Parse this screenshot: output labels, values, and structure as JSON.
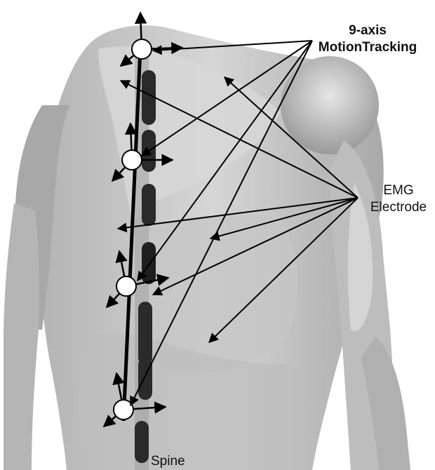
{
  "labels": {
    "motion_line1": "9-axis",
    "motion_line2": "MotionTracking",
    "emg_line1": "EMG",
    "emg_line2": "Electrode",
    "spine": "Spine"
  },
  "colors": {
    "skin_light": "#e2e2e2",
    "skin_mid": "#b9b9b9",
    "skin_dark": "#8d8d8d",
    "electrode": "#2a2a2a",
    "arrow": "#000000",
    "sensor_fill": "#ffffff"
  },
  "icons": {
    "sensor": "sensor-node-icon",
    "electrode": "emg-electrode-icon"
  }
}
